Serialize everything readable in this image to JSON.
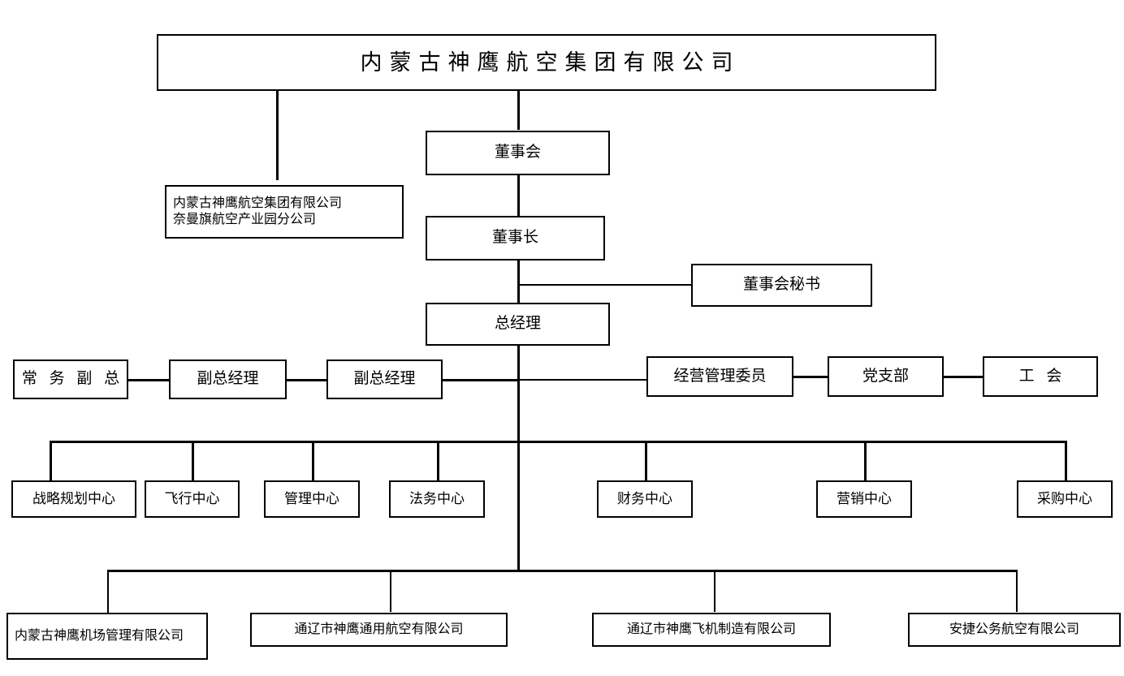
{
  "chart_data": {
    "type": "diagram",
    "title": "内蒙古神鹰航空集团有限公司",
    "subtype": "organization-chart",
    "orientation": "top-down"
  },
  "root": {
    "label": "内蒙古神鹰航空集团有限公司"
  },
  "branch": {
    "label": "内蒙古神鹰航空集团有限公司\n奈曼旗航空产业园分公司"
  },
  "governance": {
    "board": "董事会",
    "chairman": "董事长",
    "board_secretary": "董事会秘书",
    "general_manager": "总经理"
  },
  "executive_row": {
    "left": [
      {
        "label": "常 务 副 总"
      },
      {
        "label": "副总经理"
      },
      {
        "label": "副总经理"
      }
    ],
    "right": [
      {
        "label": "经营管理委员"
      },
      {
        "label": "党支部"
      },
      {
        "label": "工 会"
      }
    ]
  },
  "departments": [
    {
      "label": "战略规划中心"
    },
    {
      "label": "飞行中心"
    },
    {
      "label": "管理中心"
    },
    {
      "label": "法务中心"
    },
    {
      "label": "财务中心"
    },
    {
      "label": "营销中心"
    },
    {
      "label": "采购中心"
    }
  ],
  "subsidiaries": [
    {
      "label": "内蒙古神鹰机场管理有限公司"
    },
    {
      "label": "通辽市神鹰通用航空有限公司"
    },
    {
      "label": "通辽市神鹰飞机制造有限公司"
    },
    {
      "label": "安捷公务航空有限公司"
    }
  ],
  "colors": {
    "line": "#000000",
    "box_border": "#000000",
    "background": "#ffffff",
    "text": "#000000"
  }
}
